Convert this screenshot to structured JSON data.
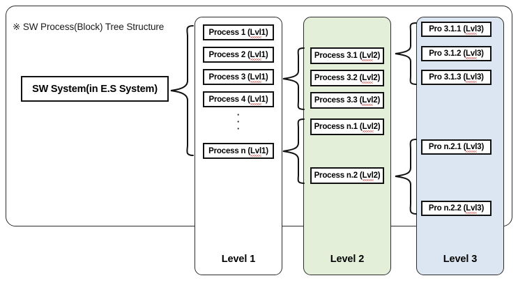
{
  "diagram": {
    "title": "※ SW Process(Block) Tree Structure",
    "type": "tree-structure-diagram",
    "root": {
      "label": "SW System(in E.S System)"
    },
    "levels": [
      {
        "id": "level-1",
        "caption": "Level 1",
        "background": "#ffffff",
        "nodes": [
          {
            "label": "Process 1 (Lvl 1)",
            "prefix": "Process 1 (",
            "spell": "Lvl",
            "suffix": " 1)"
          },
          {
            "label": "Process 2 (Lvl 1)",
            "prefix": "Process 2 (",
            "spell": "Lvl",
            "suffix": " 1)"
          },
          {
            "label": "Process 3 (Lvl 1)",
            "prefix": "Process 3 (",
            "spell": "Lvl",
            "suffix": " 1)"
          },
          {
            "label": "Process 4 (Lvl 1)",
            "prefix": "Process 4 (",
            "spell": "Lvl",
            "suffix": " 1)"
          },
          {
            "label": "Process n (Lvl 1)",
            "prefix": "Process n (",
            "spell": "Lvl",
            "suffix": " 1)"
          }
        ],
        "ellipsis": "·"
      },
      {
        "id": "level-2",
        "caption": "Level 2",
        "background": "#e3efd9",
        "nodes": [
          {
            "label": "Process 3.1 (Lvl 2)",
            "prefix": "Process 3.1 (",
            "spell": "Lvl",
            "suffix": " 2)"
          },
          {
            "label": "Process 3.2 (Lvl 2)",
            "prefix": "Process 3.2 (",
            "spell": "Lvl",
            "suffix": " 2)"
          },
          {
            "label": "Process 3.3 (Lvl 2)",
            "prefix": "Process 3.3 (",
            "spell": "Lvl",
            "suffix": " 2)"
          },
          {
            "label": "Process n.1 (Lvl 2)",
            "prefix": "Process n.1 (",
            "spell": "Lvl",
            "suffix": " 2)"
          },
          {
            "label": "Process n.2 (Lvl 2)",
            "prefix": "Process n.2 (",
            "spell": "Lvl",
            "suffix": " 2)"
          }
        ]
      },
      {
        "id": "level-3",
        "caption": "Level 3",
        "background": "#dce6f2",
        "nodes": [
          {
            "label": "Pro 3.1.1 (Lvl 3)",
            "prefix": "Pro 3.1.1 (",
            "spell": "Lvl",
            "suffix": " 3)"
          },
          {
            "label": "Pro 3.1.2 (Lvl 3)",
            "prefix": "Pro 3.1.2 (",
            "spell": "Lvl",
            "suffix": " 3)"
          },
          {
            "label": "Pro 3.1.3 (Lvl 3)",
            "prefix": "Pro 3.1.3 (",
            "spell": "Lvl",
            "suffix": " 3)"
          },
          {
            "label": "Pro n.2.1 (Lvl 3)",
            "prefix": "Pro n.2.1 (",
            "spell": "Lvl",
            "suffix": " 3)"
          },
          {
            "label": "Pro n.2.2 (Lvl 3)",
            "prefix": "Pro n.2.2 (",
            "spell": "Lvl",
            "suffix": " 3)"
          }
        ]
      }
    ],
    "braces": [
      {
        "id": "brace-root-to-level1",
        "from": "SW System(in E.S System)",
        "to": "Level 1 processes"
      },
      {
        "id": "brace-process3-to-level2",
        "from": "Process 3 (Lvl 1)",
        "to": "Process 3.1 - 3.3 (Lvl 2)"
      },
      {
        "id": "brace-processn-to-level2",
        "from": "Process n (Lvl 1)",
        "to": "Process n.1 - n.2 (Lvl 2)"
      },
      {
        "id": "brace-process31-to-level3",
        "from": "Process 3.1 (Lvl 2)",
        "to": "Pro 3.1.1 - 3.1.3 (Lvl 3)"
      },
      {
        "id": "brace-processn2-to-level3",
        "from": "Process n.2 (Lvl 2)",
        "to": "Pro n.2.1 - n.2.2 (Lvl 3)"
      }
    ],
    "colors": {
      "outline": "#2b2b2b",
      "node_border": "#111111",
      "level2_fill": "#e3efd9",
      "level3_fill": "#dce6f2",
      "spellcheck_underline": "#e03030"
    }
  }
}
